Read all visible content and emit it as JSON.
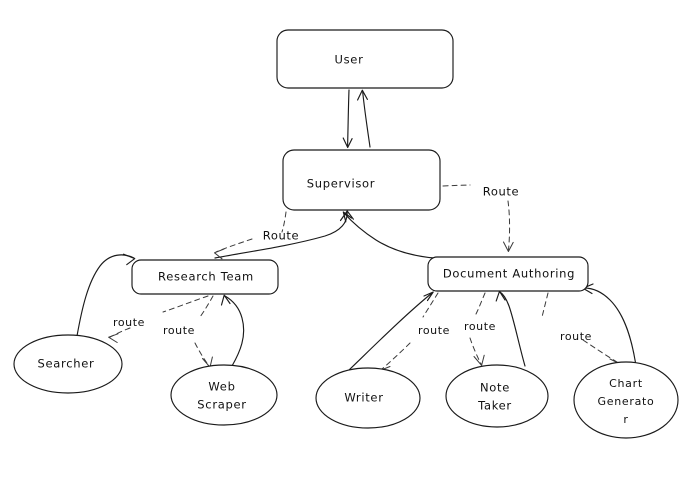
{
  "diagram": {
    "type": "flowchart",
    "style": "hand-drawn",
    "background_color": "#ffffff",
    "line_color": "#1a1a1a",
    "text_color": "#101010",
    "nodes": [
      {
        "id": "user",
        "label": "User",
        "shape": "rounded-rectangle"
      },
      {
        "id": "supervisor",
        "label": "Supervisor",
        "shape": "rounded-rectangle"
      },
      {
        "id": "research_team",
        "label": "Research Team",
        "shape": "rounded-rectangle"
      },
      {
        "id": "document_authoring",
        "label": "Document Authoring",
        "shape": "rounded-rectangle"
      },
      {
        "id": "searcher",
        "label": "Searcher",
        "shape": "ellipse"
      },
      {
        "id": "web_scraper",
        "label_line1": "Web",
        "label_line2": "Scraper",
        "shape": "ellipse"
      },
      {
        "id": "writer",
        "label": "Writer",
        "shape": "ellipse"
      },
      {
        "id": "note_taker",
        "label_line1": "Note",
        "label_line2": "Taker",
        "shape": "ellipse"
      },
      {
        "id": "chart_generator",
        "label_line1": "Chart",
        "label_line2": "Generato",
        "label_line3": "r",
        "shape": "ellipse"
      }
    ],
    "edges": [
      {
        "id": "user-to-supervisor",
        "from": "user",
        "to": "supervisor",
        "style": "solid",
        "label": ""
      },
      {
        "id": "supervisor-to-user",
        "from": "supervisor",
        "to": "user",
        "style": "solid",
        "label": ""
      },
      {
        "id": "supervisor-to-research-team",
        "from": "supervisor",
        "to": "research_team",
        "style": "dashed",
        "label": "Route"
      },
      {
        "id": "research-team-to-supervisor",
        "from": "research_team",
        "to": "supervisor",
        "style": "solid",
        "label": ""
      },
      {
        "id": "supervisor-to-document-authoring",
        "from": "supervisor",
        "to": "document_authoring",
        "style": "dashed",
        "label": "Route"
      },
      {
        "id": "document-authoring-to-supervisor",
        "from": "document_authoring",
        "to": "supervisor",
        "style": "solid",
        "label": ""
      },
      {
        "id": "research-team-to-searcher",
        "from": "research_team",
        "to": "searcher",
        "style": "dashed",
        "label": "route"
      },
      {
        "id": "searcher-to-research-team",
        "from": "searcher",
        "to": "research_team",
        "style": "solid",
        "label": ""
      },
      {
        "id": "research-team-to-web-scraper",
        "from": "research_team",
        "to": "web_scraper",
        "style": "dashed",
        "label": "route"
      },
      {
        "id": "web-scraper-to-research-team",
        "from": "web_scraper",
        "to": "research_team",
        "style": "solid",
        "label": ""
      },
      {
        "id": "document-authoring-to-writer",
        "from": "document_authoring",
        "to": "writer",
        "style": "dashed",
        "label": "route"
      },
      {
        "id": "writer-to-document-authoring",
        "from": "writer",
        "to": "document_authoring",
        "style": "solid",
        "label": ""
      },
      {
        "id": "document-authoring-to-note-taker",
        "from": "document_authoring",
        "to": "note_taker",
        "style": "dashed",
        "label": "route"
      },
      {
        "id": "note-taker-to-document-authoring",
        "from": "note_taker",
        "to": "document_authoring",
        "style": "solid",
        "label": ""
      },
      {
        "id": "document-authoring-to-chart-generator",
        "from": "document_authoring",
        "to": "chart_generator",
        "style": "dashed",
        "label": "route"
      },
      {
        "id": "chart-generator-to-document-authoring",
        "from": "chart_generator",
        "to": "document_authoring",
        "style": "solid",
        "label": ""
      }
    ],
    "edge_labels": {
      "supervisor_research": "Route",
      "supervisor_document": "Route",
      "research_searcher": "route",
      "research_scraper": "route",
      "document_writer": "route",
      "document_note_taker": "route",
      "document_chart": "route"
    }
  }
}
